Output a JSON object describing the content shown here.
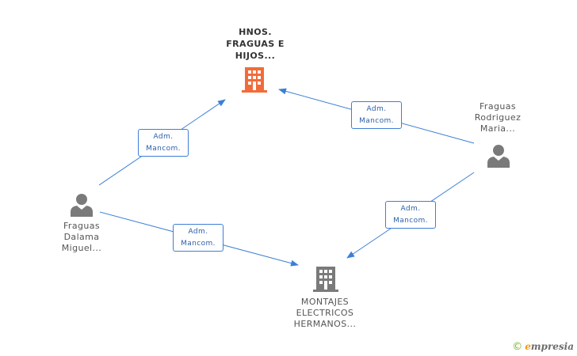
{
  "companies": {
    "hnos": {
      "lines": [
        "HNOS.",
        "FRAGUAS E",
        "HIJOS..."
      ],
      "icon": "building-icon",
      "color": "#f26b3a"
    },
    "montajes": {
      "lines": [
        "MONTAJES",
        "ELECTRICOS",
        "HERMANOS..."
      ],
      "icon": "building-icon",
      "color": "#7a7a7a"
    }
  },
  "people": {
    "miguel": {
      "lines": [
        "Fraguas",
        "Dalama",
        "Miguel..."
      ],
      "icon": "person-icon",
      "color": "#7a7a7a"
    },
    "maria": {
      "lines": [
        "Fraguas",
        "Rodriguez",
        "Maria..."
      ],
      "icon": "person-icon",
      "color": "#7a7a7a"
    }
  },
  "edges": [
    {
      "id": "miguel-hnos",
      "from": "miguel",
      "to": "hnos",
      "label": [
        "Adm.",
        "Mancom."
      ]
    },
    {
      "id": "miguel-montajes",
      "from": "miguel",
      "to": "montajes",
      "label": [
        "Adm.",
        "Mancom."
      ]
    },
    {
      "id": "maria-hnos",
      "from": "maria",
      "to": "hnos",
      "label": [
        "Adm.",
        "Mancom."
      ]
    },
    {
      "id": "maria-montajes",
      "from": "maria",
      "to": "montajes",
      "label": [
        "Adm.",
        "Mancom."
      ]
    }
  ],
  "edge_color": "#3d7fd6",
  "brand": {
    "copyright": "©",
    "name_initial": "e",
    "name_rest": "mpresia"
  }
}
